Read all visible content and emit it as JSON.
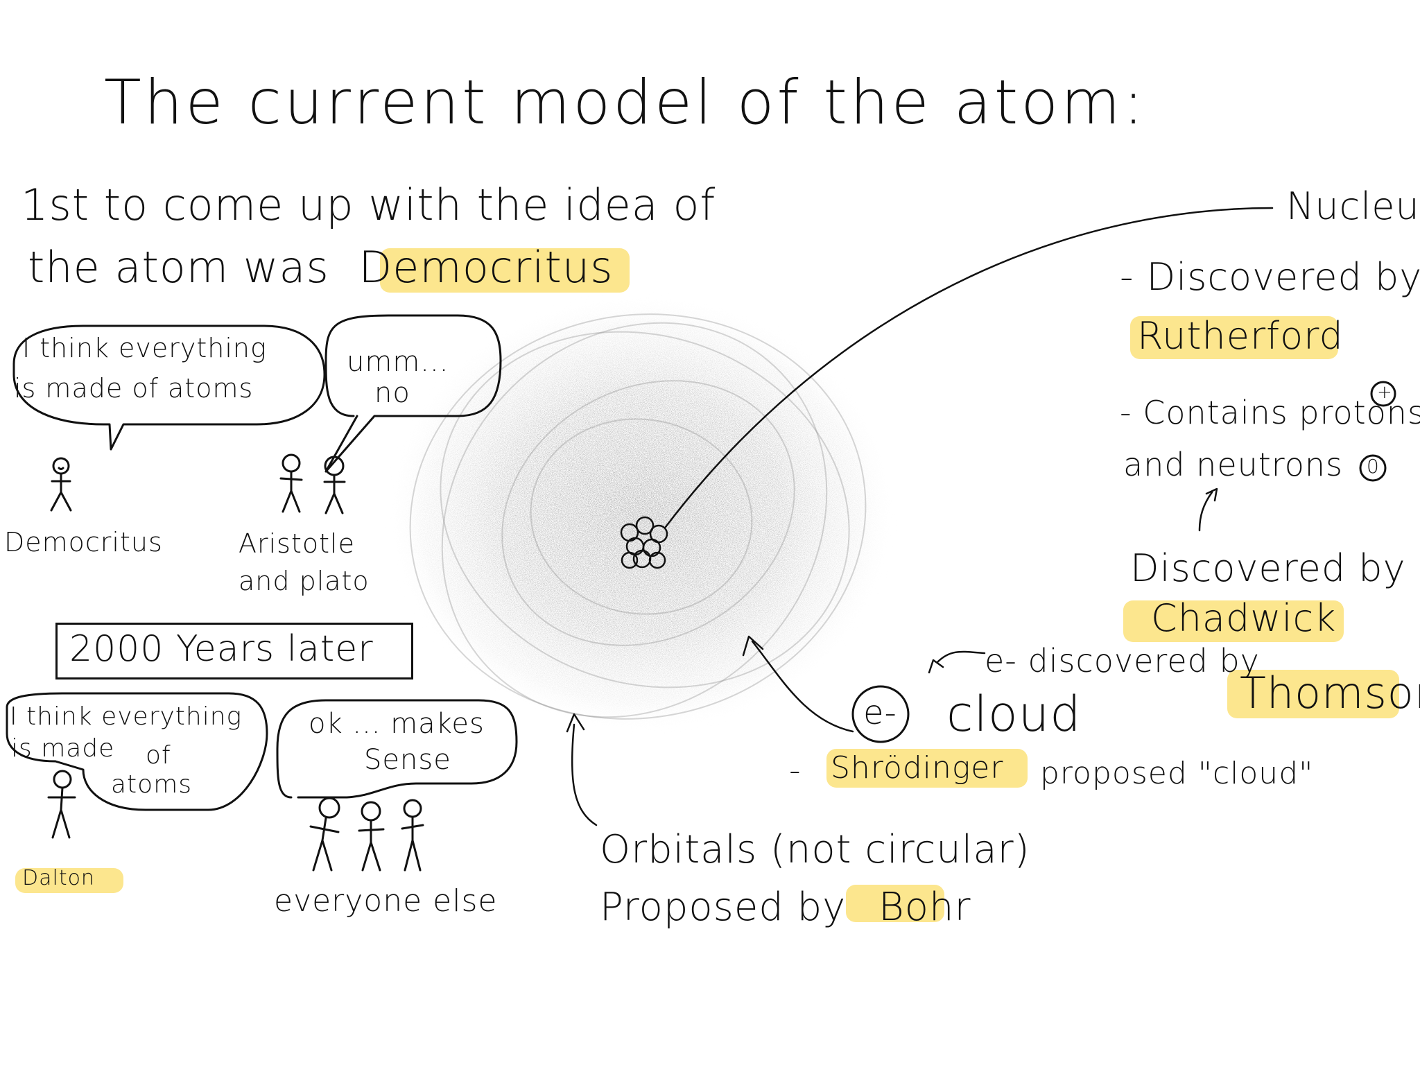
{
  "title": "The current model of the atom:",
  "intro": {
    "line1": "1st to come up with the idea of",
    "line2_prefix": "the atom was",
    "line2_highlight": "Democritus"
  },
  "scene_ancient": {
    "bubble_democritus": [
      "I think everything",
      "is made of atoms"
    ],
    "bubble_aristotle": [
      "umm...",
      "no"
    ],
    "label_democritus": "Democritus",
    "label_aristotle": [
      "Aristotle",
      "and plato"
    ]
  },
  "later_banner": "2000 Years later",
  "scene_modern": {
    "bubble_dalton": [
      "I think everything",
      "is made",
      "of",
      "atoms"
    ],
    "bubble_everyone": [
      "ok ... makes",
      "Sense"
    ],
    "label_dalton": "Dalton",
    "label_everyone": "everyone else"
  },
  "nucleus_notes": {
    "heading": "Nucleus",
    "discovered_by": "- Discovered by",
    "rutherford": "Rutherford",
    "contains_line1": "- Contains protons",
    "contains_line2": "and neutrons",
    "proton_symbol": "+",
    "neutron_symbol": "0",
    "neutron_discovered_by": "Discovered by",
    "chadwick": "Chadwick"
  },
  "electron_notes": {
    "symbol": "e-",
    "cloud": "cloud",
    "discovered_prefix": "e- discovered by",
    "thomson": "Thomson",
    "dash": "-",
    "shrodinger": "Shrödinger",
    "proposed_cloud": "proposed \"cloud\""
  },
  "orbital_notes": {
    "line1": "Orbitals (not circular)",
    "line2_prefix": "Proposed by",
    "bohr": "Bohr"
  },
  "colors": {
    "highlight": "#fbe27a",
    "ink": "#111111",
    "cloud": "#9a9a9a"
  }
}
